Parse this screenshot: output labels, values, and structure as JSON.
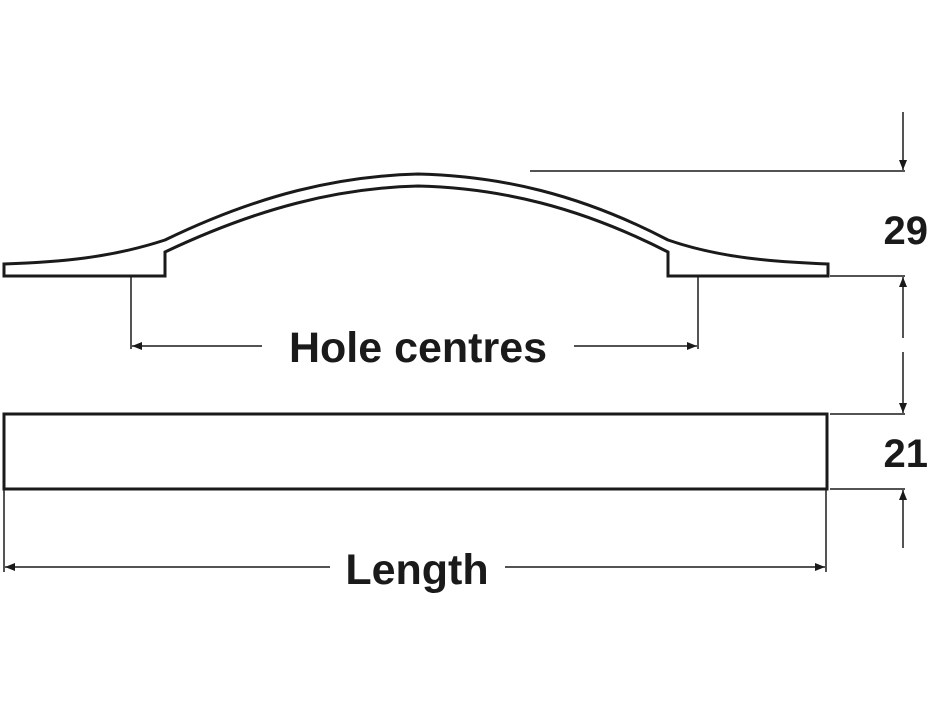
{
  "labels": {
    "hole_centres": "Hole centres",
    "length": "Length",
    "height_total": "29",
    "thickness": "21"
  },
  "colors": {
    "line": "#1a1a1a",
    "background": "#ffffff"
  }
}
